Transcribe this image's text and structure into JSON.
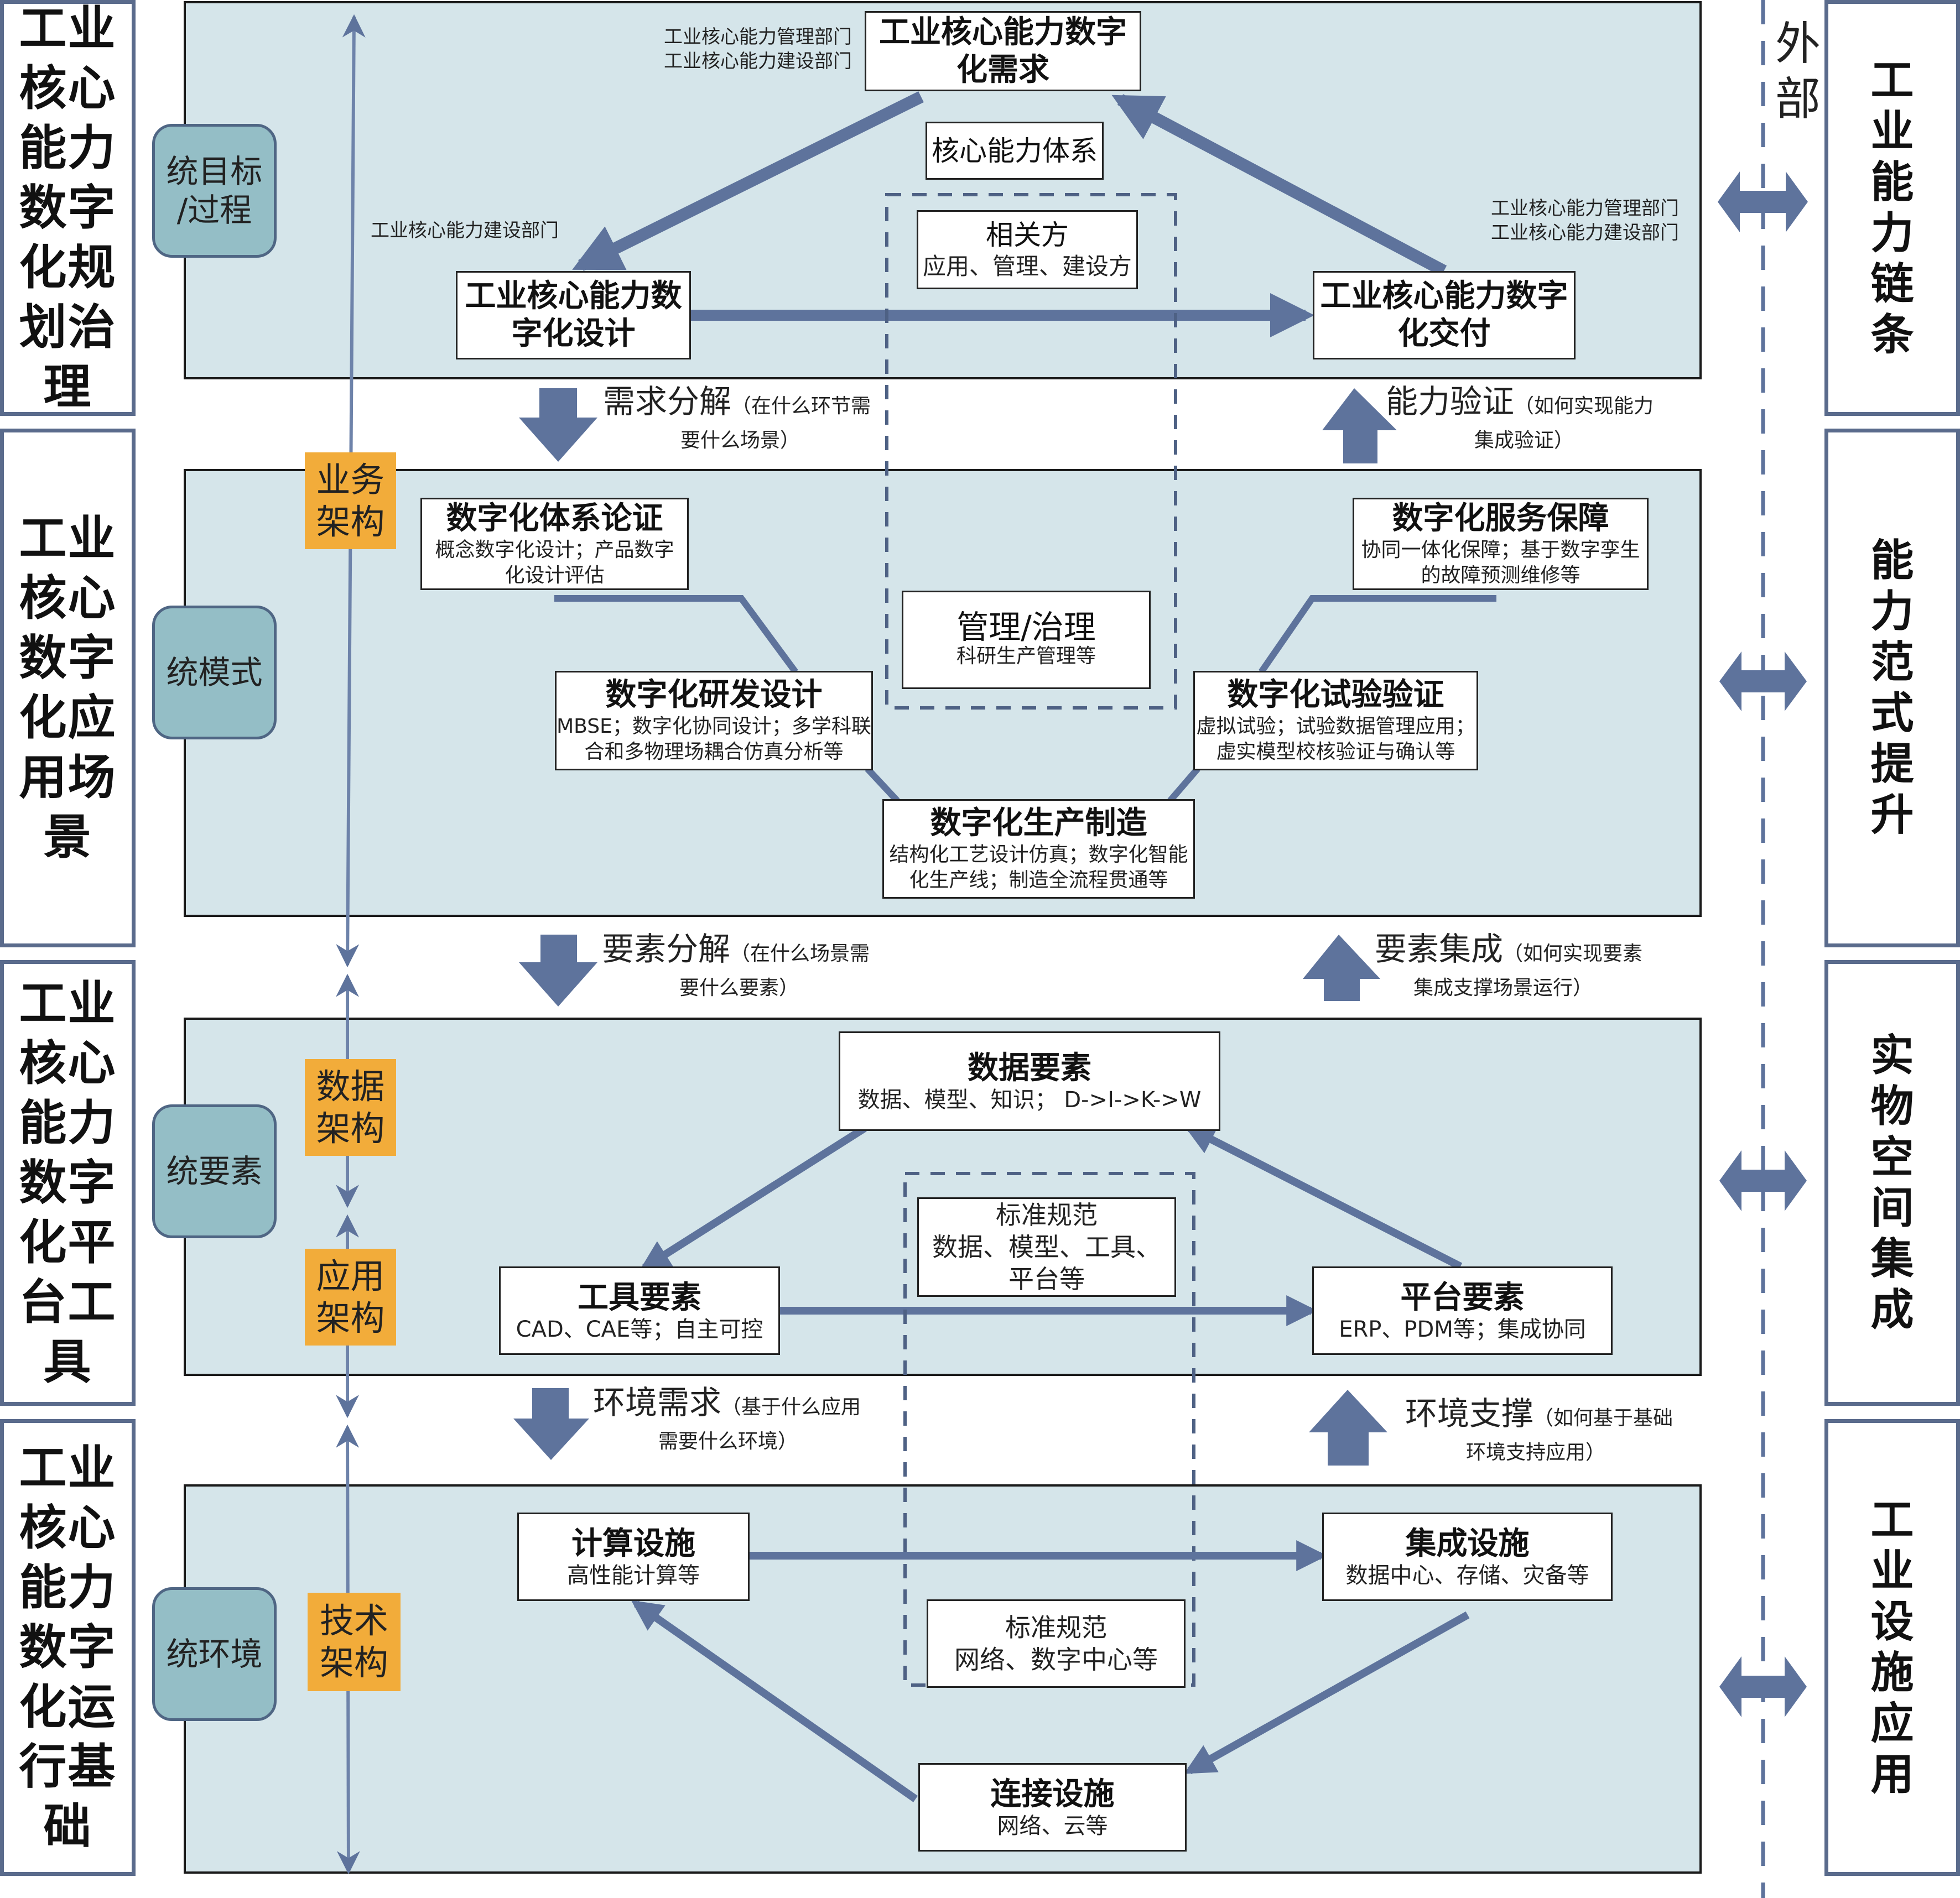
{
  "left_layers": [
    {
      "id": "governance",
      "label": "工业核心能力数字化规划治理",
      "lines": [
        "工业",
        "核心",
        "能力",
        "数字",
        "化规",
        "划治",
        "理"
      ]
    },
    {
      "id": "scenarios",
      "label": "工业核心数字化应用场景",
      "lines": [
        "工业",
        "核心",
        "数字",
        "化应",
        "用场",
        "景"
      ]
    },
    {
      "id": "platform",
      "label": "工业核心能力数字化平台工具",
      "lines": [
        "工业",
        "核心",
        "能力",
        "数字",
        "化平",
        "台工",
        "具"
      ]
    },
    {
      "id": "infrastructure",
      "label": "工业核心能力数字化运行基础",
      "lines": [
        "工业",
        "核心",
        "能力",
        "数字",
        "化运",
        "行基",
        "础"
      ]
    }
  ],
  "right_layers": [
    {
      "id": "chain",
      "lines": [
        "工业",
        "能力",
        "链条"
      ]
    },
    {
      "id": "paradigm",
      "lines": [
        "能力",
        "范式",
        "提升"
      ]
    },
    {
      "id": "physical",
      "lines": [
        "实物",
        "空间",
        "集成"
      ]
    },
    {
      "id": "facility",
      "lines": [
        "工业",
        "设施",
        "应用"
      ]
    }
  ],
  "external_label": [
    "外",
    "部"
  ],
  "unify_pills": [
    "统目标\n/过程",
    "统模式",
    "统要素",
    "统环境"
  ],
  "architecture_tags": [
    "业务\n架构",
    "数据\n架构",
    "应用\n架构",
    "技术\n架构"
  ],
  "panel1": {
    "demand": {
      "title": "工业核心能力数字\n化需求"
    },
    "design": {
      "title": "工业核心能力数\n字化设计"
    },
    "delivery": {
      "title": "工业核心能力数字\n化交付"
    },
    "core_system": {
      "title": "核心能力体系"
    },
    "stakeholders": {
      "title": "相关方",
      "sub": "应用、管理、建设方"
    },
    "note_demand": [
      "工业核心能力管理部门",
      "工业核心能力建设部门"
    ],
    "note_design": [
      "工业核心能力建设部门"
    ],
    "note_delivery": [
      "工业核心能力管理部门",
      "工业核心能力建设部门"
    ]
  },
  "flow1": {
    "down_head": "需求分解",
    "down_rest1": "（在什么环节需",
    "down_rest2": "要什么场景）",
    "up_head": "能力验证",
    "up_rest1": "（如何实现能力",
    "up_rest2": "集成验证）"
  },
  "panel2": {
    "argument": {
      "title": "数字化体系论证",
      "sub": "概念数字化设计；产品数字\n化设计评估"
    },
    "rnd": {
      "title": "数字化研发设计",
      "sub": "MBSE；数字化协同设计；多学科联\n合和多物理场耦合仿真分析等"
    },
    "manufacturing": {
      "title": "数字化生产制造",
      "sub": "结构化工艺设计仿真；数字化智能\n化生产线；制造全流程贯通等"
    },
    "testing": {
      "title": "数字化试验验证",
      "sub": "虚拟试验；试验数据管理应用；\n虚实模型校核验证与确认等"
    },
    "service": {
      "title": "数字化服务保障",
      "sub": "协同一体化保障；基于数字孪生\n的故障预测维修等"
    },
    "governance": {
      "title": "管理/治理",
      "sub": "科研生产管理等"
    }
  },
  "flow2": {
    "down_head": "要素分解",
    "down_rest1": "（在什么场景需",
    "down_rest2": "要什么要素）",
    "up_head": "要素集成",
    "up_rest1": "（如何实现要素",
    "up_rest2": "集成支撑场景运行）"
  },
  "panel3": {
    "data": {
      "title": "数据要素",
      "sub": "数据、模型、知识； D->I->K->W"
    },
    "tool": {
      "title": "工具要素",
      "sub": "CAD、CAE等；自主可控"
    },
    "platform": {
      "title": "平台要素",
      "sub": "ERP、PDM等；集成协同"
    },
    "standards": {
      "title": "标准规范",
      "sub": "数据、模型、工具、\n平台等"
    }
  },
  "flow3": {
    "down_head": "环境需求",
    "down_rest1": "（基于什么应用",
    "down_rest2": "需要什么环境）",
    "up_head": "环境支撑",
    "up_rest1": "（如何基于基础",
    "up_rest2": "环境支持应用）"
  },
  "panel4": {
    "compute": {
      "title": "计算设施",
      "sub": "高性能计算等"
    },
    "integration": {
      "title": "集成设施",
      "sub": "数据中心、存储、灾备等"
    },
    "connection": {
      "title": "连接设施",
      "sub": "网络、云等"
    },
    "standards": {
      "title": "标准规范",
      "sub": "网络、数字中心等"
    }
  },
  "colors": {
    "panel_bg": "#d5e5ea",
    "arrow": "#5e739c",
    "pill": "#94bec6",
    "orange": "#f2ac3a",
    "border": "#5a6b8c"
  }
}
